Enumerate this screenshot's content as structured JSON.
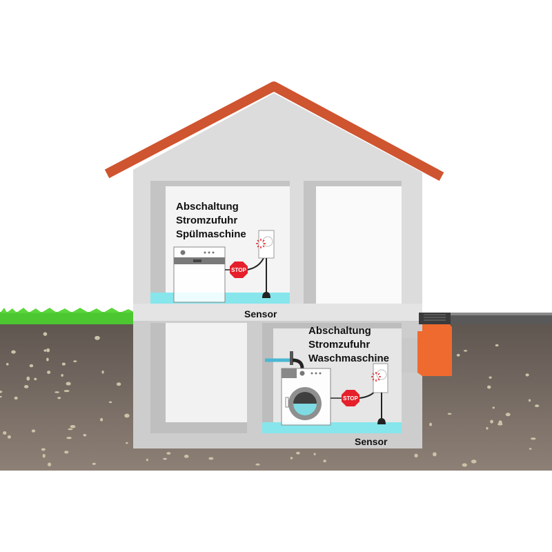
{
  "upper_room": {
    "label_lines": [
      "Abschaltung",
      "Stromzufuhr",
      "Spülmaschine"
    ],
    "stop_label": "STOP",
    "sensor_label": "Sensor"
  },
  "basement_room": {
    "label_lines": [
      "Abschaltung",
      "Stromzufuhr",
      "Waschmaschine"
    ],
    "stop_label": "STOP",
    "sensor_label": "Sensor"
  },
  "colors": {
    "roof": "#cf5430",
    "wall": "#dcdcdc",
    "water": "#86e6ec",
    "stop": "#e5202a",
    "drain": "#ef6a2e",
    "grass": "#4cc732",
    "soil": "#7c7067"
  }
}
